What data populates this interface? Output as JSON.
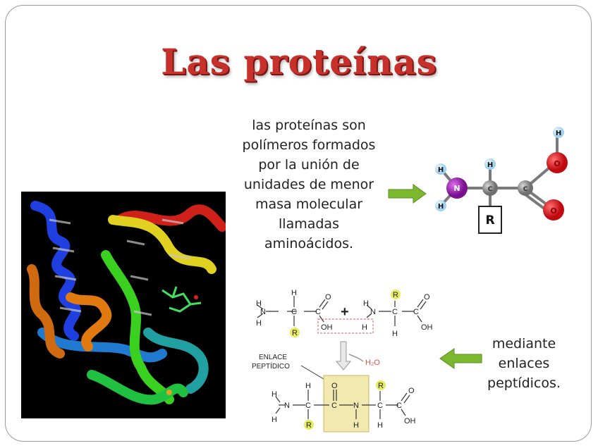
{
  "slide": {
    "title": "Las proteínas",
    "description_lines": [
      "las proteínas son",
      "polímeros formados",
      "por la unión de",
      "unidades de menor",
      "masa molecular",
      "llamadas",
      "aminoácidos."
    ],
    "bond_lines": [
      "mediante",
      "enlaces",
      "peptídicos."
    ]
  },
  "amino_acid": {
    "atom_labels": {
      "n": "N",
      "c_alpha": "C",
      "c_carboxyl": "C",
      "o_top": "O",
      "o_bottom": "O",
      "h": "H",
      "r": "R"
    }
  },
  "reaction": {
    "peptide_bond_label_1": "ENLACE",
    "peptide_bond_label_2": "PEPTÍDICO",
    "water": "H₂O",
    "plus": "+",
    "oh": "OH",
    "h": "H",
    "n": "N",
    "c": "C",
    "o": "O",
    "r": "R"
  },
  "colors": {
    "title": "#c8312b",
    "arrow_green": "#7cb82f",
    "nitrogen": "#8a1d9a",
    "oxygen": "#d8191c",
    "hydrogen": "#bfe0f5",
    "carbon": "#8c8c8c",
    "r_highlight": "#e6ec5b",
    "bond_box": "#f1e9b0"
  }
}
